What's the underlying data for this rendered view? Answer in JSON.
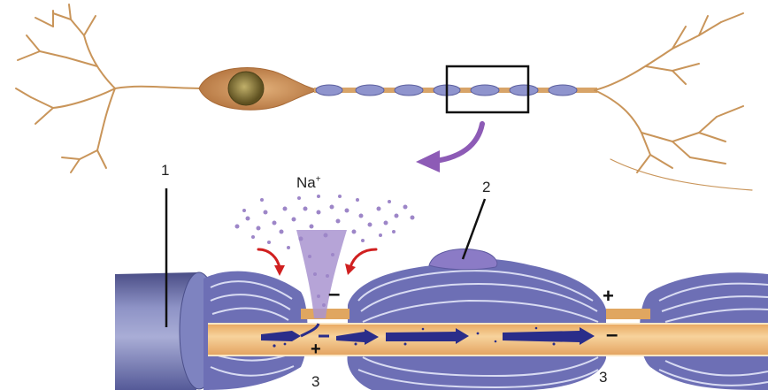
{
  "labels": {
    "one": "1",
    "two": "2",
    "three_left": "3",
    "three_right": "3",
    "ion": "Na",
    "ion_charge": "+"
  },
  "charges": {
    "minus_gap": "–",
    "plus_gap_right": "+",
    "plus_axon": "+",
    "minus_axon_right": "–"
  },
  "colors": {
    "axon": "#f2c07e",
    "myelin": "#6d6fb5",
    "myelin_light": "#b9bde4",
    "membrane": "#8a8fc9",
    "ions": "#9d86c8",
    "flow_arrow": "#2a2d8a",
    "ion_arrows": "#d02020",
    "zoom_arrow": "#8d5bb6",
    "neuron": "#c9955a",
    "nucleus": "#7a6a2c"
  },
  "icons": [
    "zoom-arrow-icon",
    "ion-influx-arrow-icon",
    "current-flow-arrow-icon"
  ]
}
